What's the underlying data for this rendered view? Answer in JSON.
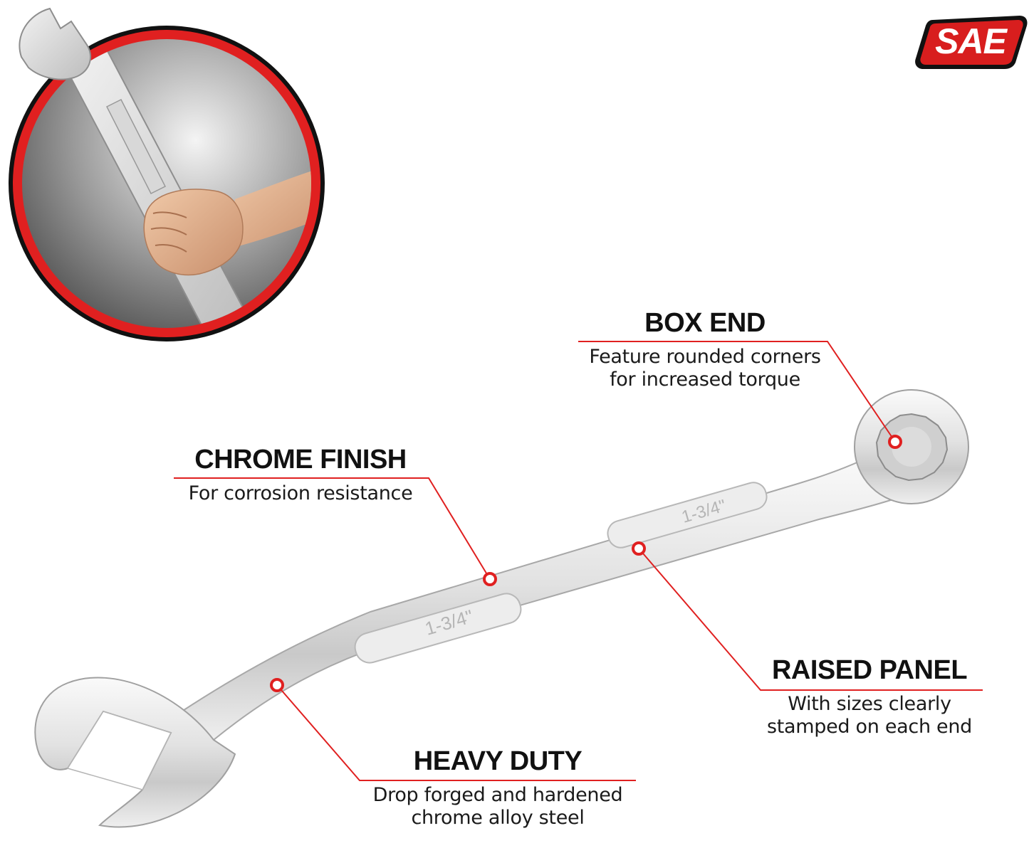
{
  "badge": {
    "label": "SAE",
    "color": "#d81e1e"
  },
  "accent_color": "#e02020",
  "wrench_stamp": "1-3/4\"",
  "callouts": {
    "box_end": {
      "title": "BOX END",
      "desc_line1": "Feature rounded corners",
      "desc_line2": "for increased torque"
    },
    "chrome_finish": {
      "title": "CHROME FINISH",
      "desc_line1": "For corrosion resistance"
    },
    "raised_panel": {
      "title": "RAISED PANEL",
      "desc_line1": "With sizes clearly",
      "desc_line2": "stamped on each end"
    },
    "heavy_duty": {
      "title": "HEAVY DUTY",
      "desc_line1": "Drop forged and hardened",
      "desc_line2": "chrome alloy steel"
    }
  }
}
